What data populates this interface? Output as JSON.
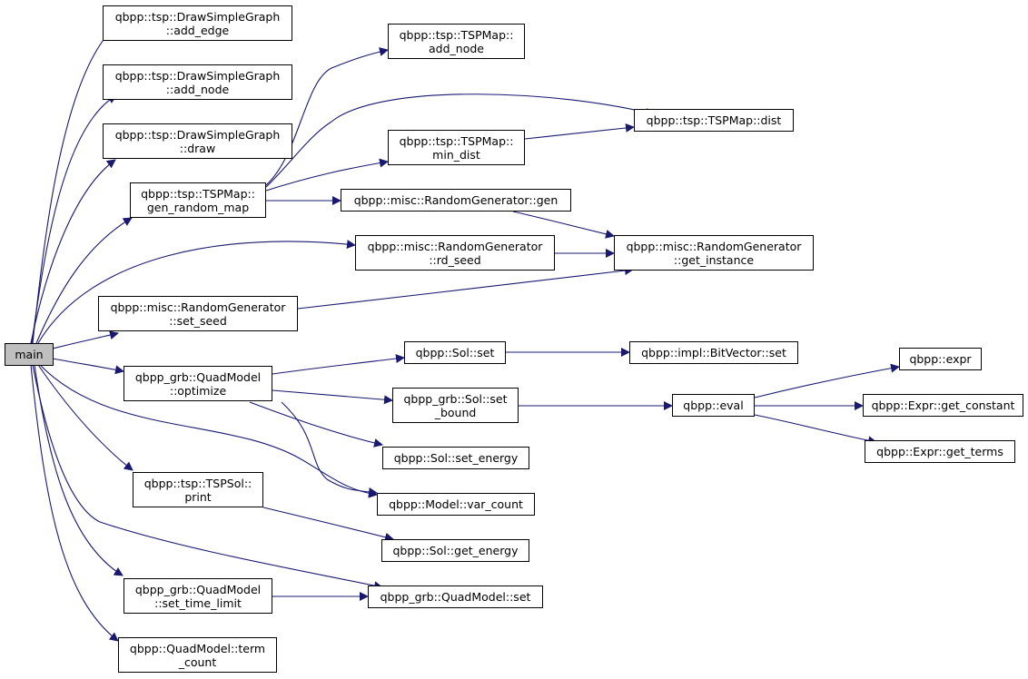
{
  "colors": {
    "edge": "#191970",
    "node_border": "#000000",
    "node_fill": "#ffffff",
    "root_fill": "#bfbfbf"
  },
  "nodes": {
    "main": [
      "main"
    ],
    "dsg_add_edge": [
      "qbpp::tsp::DrawSimpleGraph",
      "::add_edge"
    ],
    "dsg_add_node": [
      "qbpp::tsp::DrawSimpleGraph",
      "::add_node"
    ],
    "dsg_draw": [
      "qbpp::tsp::DrawSimpleGraph",
      "::draw"
    ],
    "tspmap_gen_random_map": [
      "qbpp::tsp::TSPMap::",
      "gen_random_map"
    ],
    "rg_set_seed": [
      "qbpp::misc::RandomGenerator",
      "::set_seed"
    ],
    "quad_optimize": [
      "qbpp_grb::QuadModel",
      "::optimize"
    ],
    "tspsol_print": [
      "qbpp::tsp::TSPSol::",
      "print"
    ],
    "quad_set_time_limit": [
      "qbpp_grb::QuadModel",
      "::set_time_limit"
    ],
    "quadmodel_term_count": [
      "qbpp::QuadModel::term",
      "_count"
    ],
    "tspmap_add_node": [
      "qbpp::tsp::TSPMap::",
      "add_node"
    ],
    "tspmap_min_dist": [
      "qbpp::tsp::TSPMap::",
      "min_dist"
    ],
    "rg_gen": [
      "qbpp::misc::RandomGenerator::gen"
    ],
    "rg_rd_seed": [
      "qbpp::misc::RandomGenerator",
      "::rd_seed"
    ],
    "sol_set": [
      "qbpp::Sol::set"
    ],
    "grb_sol_set_bound": [
      "qbpp_grb::Sol::set",
      "_bound"
    ],
    "sol_set_energy": [
      "qbpp::Sol::set_energy"
    ],
    "model_var_count": [
      "qbpp::Model::var_count"
    ],
    "sol_get_energy": [
      "qbpp::Sol::get_energy"
    ],
    "quad_set": [
      "qbpp_grb::QuadModel::set"
    ],
    "tspmap_dist": [
      "qbpp::tsp::TSPMap::dist"
    ],
    "rg_get_instance": [
      "qbpp::misc::RandomGenerator",
      "::get_instance"
    ],
    "bitvector_set": [
      "qbpp::impl::BitVector::set"
    ],
    "eval": [
      "qbpp::eval"
    ],
    "expr": [
      "qbpp::expr"
    ],
    "expr_get_constant": [
      "qbpp::Expr::get_constant"
    ],
    "expr_get_terms": [
      "qbpp::Expr::get_terms"
    ]
  }
}
